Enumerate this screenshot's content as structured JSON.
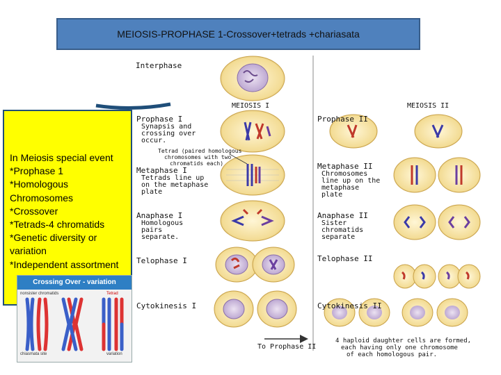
{
  "title": "MEIOSIS-PROPHASE 1-Crossover+tetrads +chariasata",
  "notes": [
    "In Meiosis special event",
    "*Prophase 1",
    "*Homologous",
    "Chromosomes",
    "*Crossover",
    "*Tetrads-4 chromatids",
    "*Genetic diversity or",
    "variation",
    "*Independent assortment"
  ],
  "diagram": {
    "interphase": "Interphase",
    "meiosis1": "MEIOSIS I",
    "meiosis2": "MEIOSIS II",
    "prophase1": "Prophase I",
    "prophase1_desc": [
      "Synapsis and",
      "crossing over",
      "occur."
    ],
    "tetrad_note": [
      "Tetrad (paired homologous",
      "chromosomes with two",
      "chromatids each)"
    ],
    "metaphase1": "Metaphase I",
    "metaphase1_desc": [
      "Tetrads line up",
      "on the metaphase",
      "plate"
    ],
    "anaphase1": "Anaphase I",
    "anaphase1_desc": [
      "Homologous",
      "pairs",
      "separate."
    ],
    "telophase1": "Telophase I",
    "cytokinesis1": "Cytokinesis I",
    "prophase2": "Prophase II",
    "metaphase2": "Metaphase II",
    "metaphase2_desc": [
      "Chromosomes",
      "line up on the",
      "metaphase",
      "plate"
    ],
    "anaphase2": "Anaphase II",
    "anaphase2_desc": [
      "Sister",
      "chromatids",
      "separate"
    ],
    "telophase2": "Telophase II",
    "cytokinesis2": "Cytokinesis II",
    "to_prophase2": "To Prophase II",
    "final_desc": [
      "4 haploid daughter cells are formed,",
      "each having only one chromosome",
      "of each homologous pair."
    ]
  },
  "crossover": {
    "title": "Crossing Over - variation",
    "label1": "nonsister chromatids",
    "label2": "Tetrad",
    "label3": "chiasmata site",
    "label4": "variation"
  },
  "colors": {
    "title_bg": "#4f81bd",
    "note_bg": "#ffff00",
    "cell": "#f7e6a0",
    "nucleus": "#d9c8e6"
  }
}
